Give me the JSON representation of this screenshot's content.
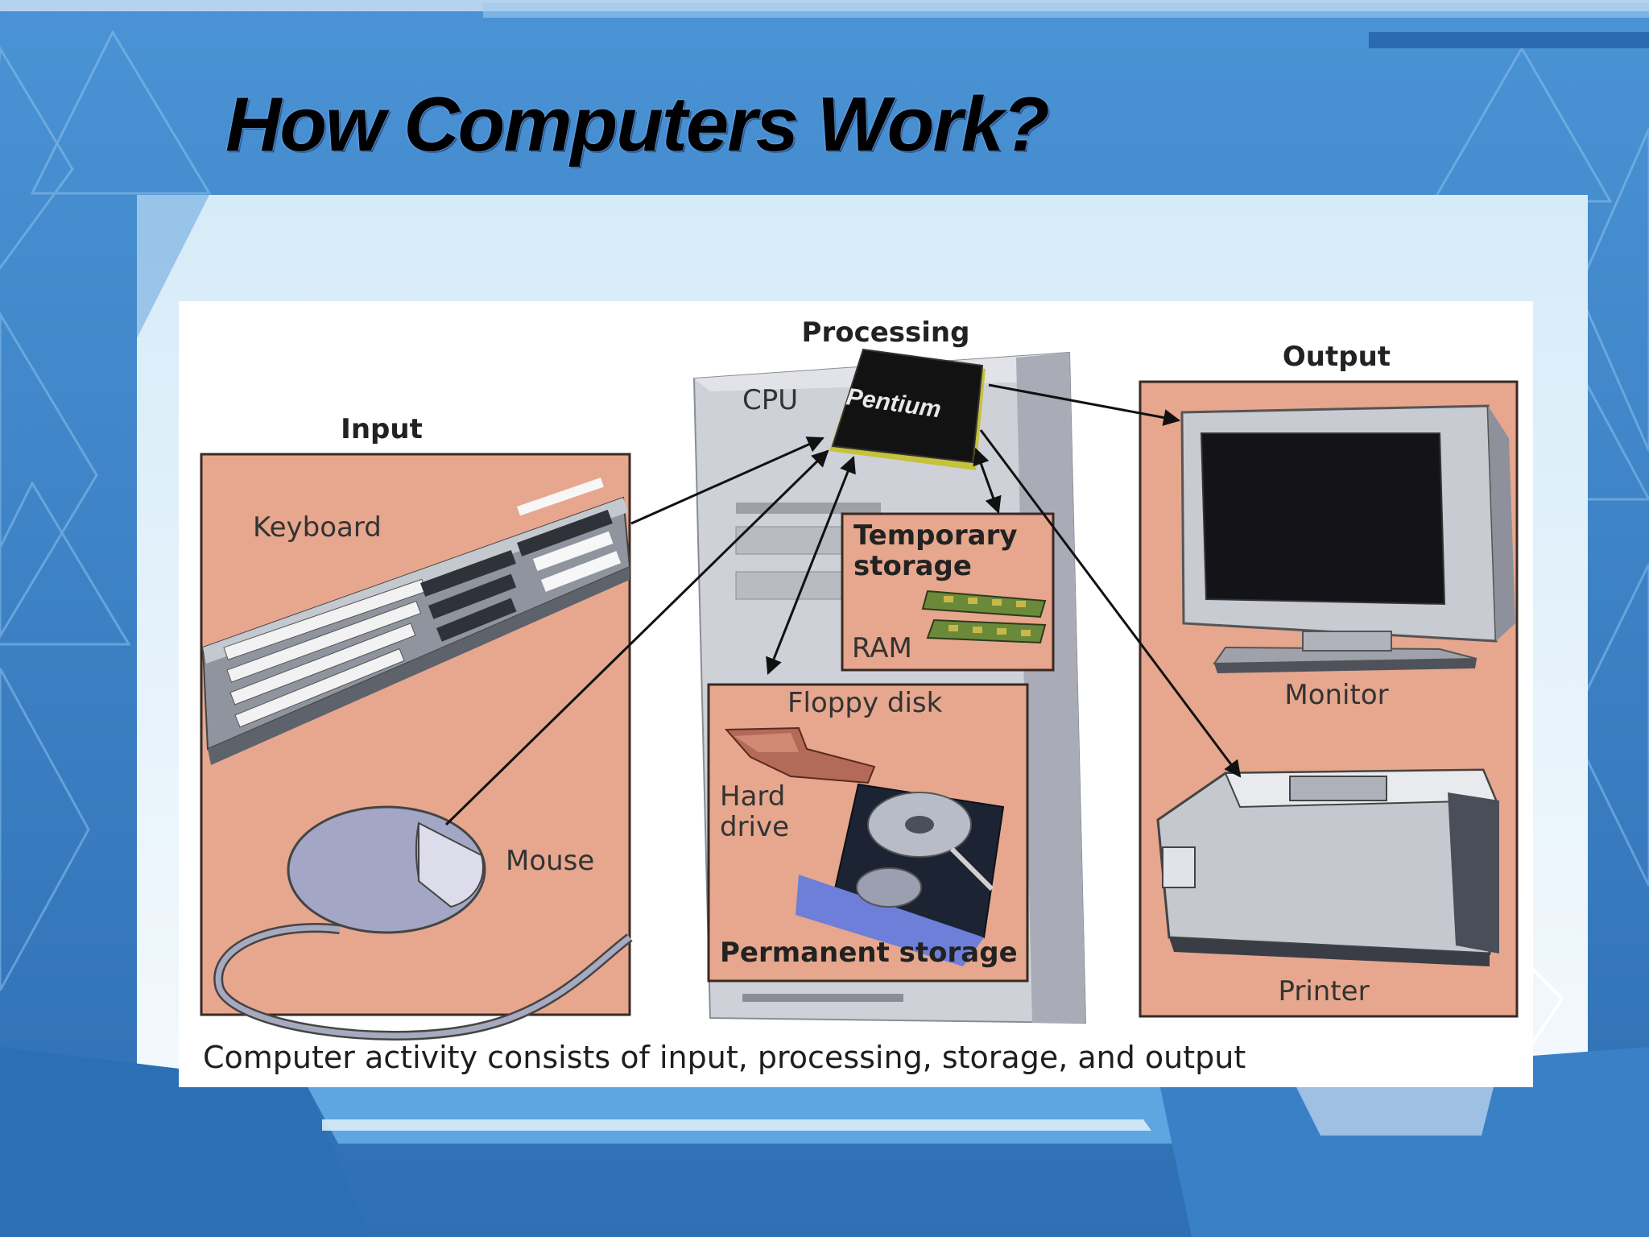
{
  "slide": {
    "title": "How Computers Work?",
    "colors": {
      "background": "#3f86c8",
      "panel": "#eaf4fb",
      "box_fill": "#e6a78e",
      "title_glow": "#8fc4ff"
    }
  },
  "figure": {
    "caption": "Computer activity consists of input, processing, storage, and output",
    "sections": {
      "input": "Input",
      "processing": "Processing",
      "output": "Output"
    },
    "labels": {
      "keyboard": "Keyboard",
      "mouse": "Mouse",
      "cpu": "CPU",
      "chip_brand": "Pentium",
      "temporary_storage": [
        "Temporary",
        "storage"
      ],
      "ram": "RAM",
      "floppy_disk": "Floppy disk",
      "hard_drive": [
        "Hard",
        "drive"
      ],
      "permanent_storage": "Permanent storage",
      "monitor": "Monitor",
      "printer": "Printer"
    },
    "icons": [
      "keyboard-icon",
      "mouse-icon",
      "cpu-chip-icon",
      "ram-module-icon",
      "floppy-disk-icon",
      "hard-drive-icon",
      "monitor-icon",
      "printer-icon",
      "tower-case-icon"
    ]
  }
}
